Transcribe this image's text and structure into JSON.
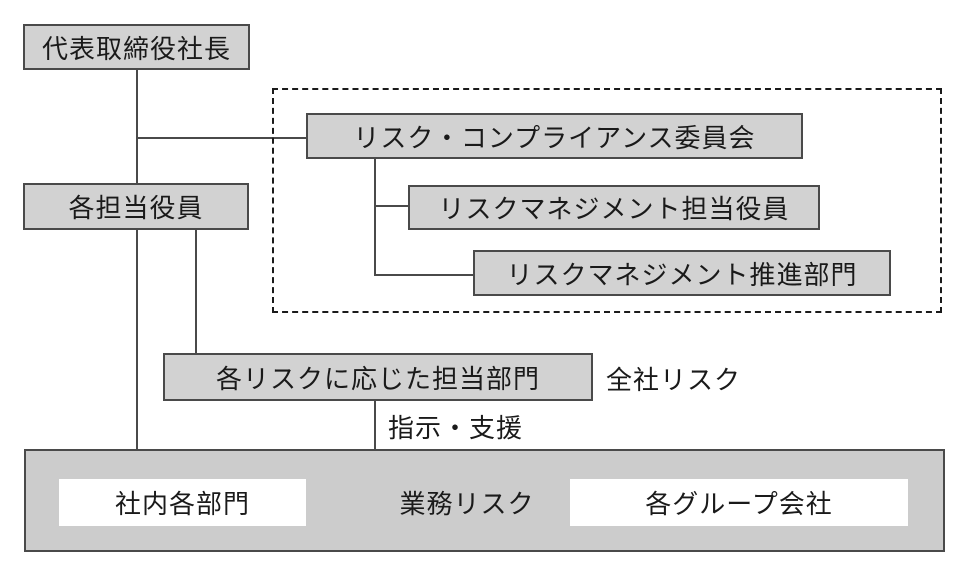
{
  "diagram": {
    "title": "risk-management-organization-chart",
    "nodes": {
      "president": "代表取締役社長",
      "officers": "各担当役員",
      "committee": "リスク・コンプライアンス委員会",
      "rm_officer": "リスクマネジメント担当役員",
      "rm_dept": "リスクマネジメント推進部門",
      "risk_depts": "各リスクに応じた担当部門",
      "internal_depts": "社内各部門",
      "group_companies": "各グループ会社"
    },
    "labels": {
      "company_wide_risk": "全社リスク",
      "instruction_support": "指示・支援",
      "business_risk": "業務リスク"
    },
    "colors": {
      "box_fill": "#d2d2d2",
      "box_border": "#4a4a4a",
      "connector_line": "#4a4a4a",
      "dashed_border": "#1a1a1a",
      "text": "#1a1a1a",
      "bottom_box_fill": "#cccccc",
      "inner_box_fill": "#ffffff",
      "background": "#ffffff"
    }
  }
}
